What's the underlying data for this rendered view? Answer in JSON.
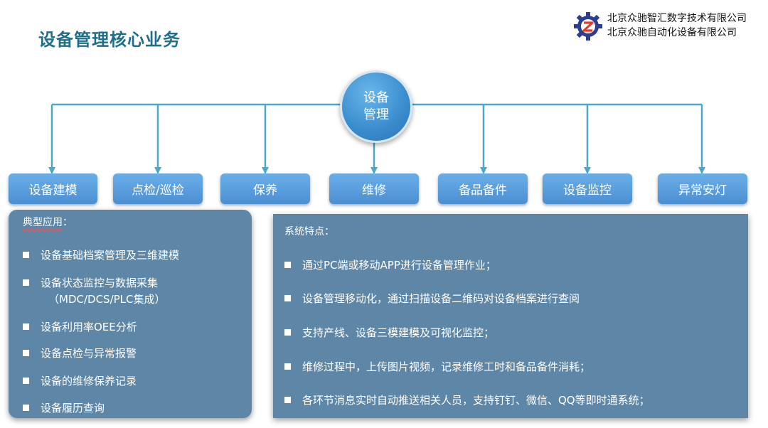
{
  "page_title": "设备管理核心业务",
  "company": {
    "line1": "北京众驰智汇数字技术有限公司",
    "line2": "北京众驰自动化设备有限公司"
  },
  "center_node": {
    "label": "设备管理"
  },
  "modules": [
    "设备建模",
    "点检/巡检",
    "保养",
    "维修",
    "备品备件",
    "设备监控",
    "异常安灯"
  ],
  "typical_apps": {
    "heading_main": "典型应用",
    "heading_colon": "：",
    "items": [
      "设备基础档案管理及三维建模",
      "设备状态监控与数据采集",
      "设备利用率OEE分析",
      "设备点检与异常报警",
      "设备的维修保养记录",
      "设备履历查询"
    ],
    "item2_sub": "（MDC/DCS/PLC集成）"
  },
  "features": {
    "heading": "系统特点：",
    "items": [
      "通过PC端或移动APP进行设备管理作业；",
      "设备管理移动化，通过扫描设备二维码对设备档案进行查阅",
      "支持产线、设备三模建模及可视化监控；",
      "维修过程中，上传图片视频，记录维修工时和备品备件消耗；",
      "各环节消息实时自动推送相关人员，支持钉钉、微信、QQ等即时通系统；"
    ]
  },
  "colors": {
    "title": "#1f6f8b",
    "connector": "#4aa8c8",
    "module": "#5b9fe0",
    "panel": "#5e87a7"
  }
}
